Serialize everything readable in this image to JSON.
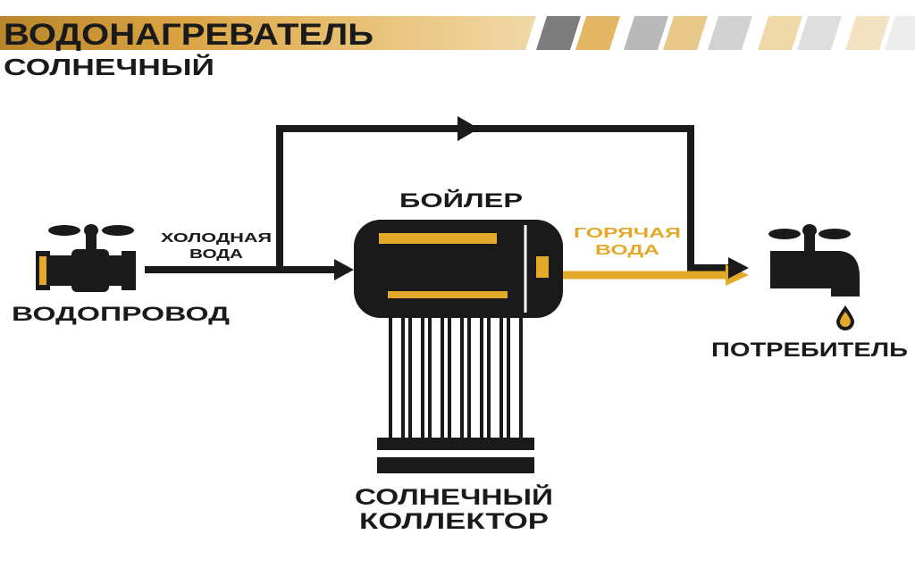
{
  "header": {
    "title": "ВОДОНАГРЕВАТЕЛЬ",
    "subtitle": "СОЛНЕЧНЫЙ"
  },
  "labels": {
    "water_supply": "ВОДОПРОВОД",
    "cold_water_line1": "ХОЛОДНАЯ",
    "cold_water_line2": "ВОДА",
    "boiler": "БОЙЛЕР",
    "hot_water_line1": "ГОРЯЧАЯ",
    "hot_water_line2": "ВОДА",
    "consumer": "ПОТРЕБИТЕЛЬ",
    "collector_line1": "СОЛНЕЧНЫЙ",
    "collector_line2": "КОЛЛЕКТОР"
  },
  "colors": {
    "accent": "#e3a92a",
    "dark": "#1a1a1a",
    "stripe_gray": "#8c8c8c"
  }
}
